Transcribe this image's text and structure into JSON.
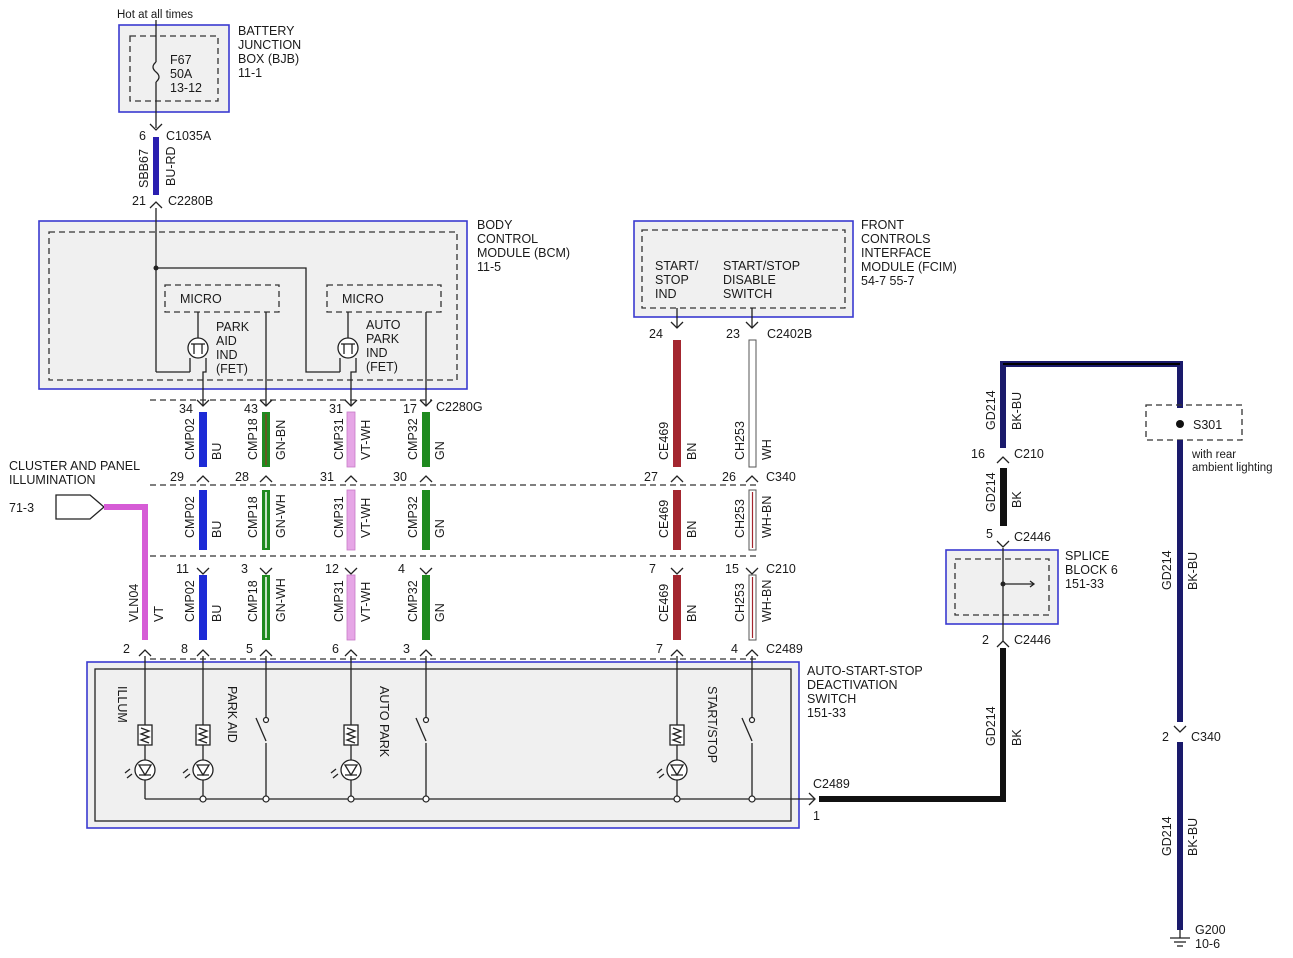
{
  "colors": {
    "blue": "#1d2bd6",
    "green": "#1f8a1f",
    "violet_white": "#e6a6e6",
    "violet": "#d65cd6",
    "brown": "#a3262f",
    "white_brown": "#b48a8a",
    "black_blue": "#1a1a6b",
    "black": "#111111",
    "sbb_blue_red": "#2a1fb0",
    "module_border": "#3a3ad0",
    "module_fill": "#f0f0f0"
  },
  "bjb": {
    "hot_label": "Hot at all times",
    "title1": "BATTERY",
    "title2": "JUNCTION",
    "title3": "BOX (BJB)",
    "ref": "11-1",
    "fuse": "F67",
    "amps": "50A",
    "fuse_ref": "13-12"
  },
  "feed": {
    "pin_top": "6",
    "conn_top": "C1035A",
    "circuit": "SBB67",
    "color": "BU-RD",
    "pin_bottom": "21",
    "conn_bottom": "C2280B"
  },
  "bcm": {
    "title1": "BODY",
    "title2": "CONTROL",
    "title3": "MODULE (BCM)",
    "ref": "11-5",
    "micro1": "MICRO",
    "micro2": "MICRO",
    "park1": "PARK",
    "park2": "AID",
    "park3": "IND",
    "park4": "(FET)",
    "auto1": "AUTO",
    "auto2": "PARK",
    "auto3": "IND",
    "auto4": "(FET)"
  },
  "fcim": {
    "title1": "FRONT",
    "title2": "CONTROLS",
    "title3": "INTERFACE",
    "title4": "MODULE (FCIM)",
    "ref": "54-7    55-7",
    "ind1": "START/",
    "ind2": "STOP",
    "ind3": "IND",
    "sw1": "START/STOP",
    "sw2": "DISABLE",
    "sw3": "SWITCH"
  },
  "cluster": {
    "title1": "CLUSTER AND PANEL",
    "title2": "ILLUMINATION",
    "ref": "71-3"
  },
  "connectors": {
    "c2280g": "C2280G",
    "c340": "C340",
    "c210": "C210",
    "c2489": "C2489",
    "c2402b": "C2402B",
    "c2489_ground": "C2489",
    "c2489_ground_pin": "1"
  },
  "wires": [
    {
      "circuit": "CMP02",
      "top_color": "BU",
      "mid_color": "BU",
      "bot_color": "BU",
      "pin_bcm": "34",
      "pin_c340": "29",
      "pin_c210": "11",
      "pin_sw": "8"
    },
    {
      "circuit": "CMP18",
      "top_color": "GN-BN",
      "mid_color": "GN-WH",
      "bot_color": "GN-WH",
      "pin_bcm": "43",
      "pin_c340": "28",
      "pin_c210": "3",
      "pin_sw": "5"
    },
    {
      "circuit": "CMP31",
      "top_color": "VT-WH",
      "mid_color": "VT-WH",
      "bot_color": "VT-WH",
      "pin_bcm": "31",
      "pin_c340": "31",
      "pin_c210": "12",
      "pin_sw": "6"
    },
    {
      "circuit": "CMP32",
      "top_color": "GN",
      "mid_color": "GN",
      "bot_color": "GN",
      "pin_bcm": "17",
      "pin_c340": "30",
      "pin_c210": "4",
      "pin_sw": "3"
    },
    {
      "circuit": "CE469",
      "top_color": "BN",
      "mid_color": "BN",
      "bot_color": "BN",
      "pin_bcm": "24",
      "pin_c340": "27",
      "pin_c210": "7",
      "pin_sw": "7"
    },
    {
      "circuit": "CH253",
      "top_color": "WH",
      "mid_color": "WH-BN",
      "bot_color": "WH-BN",
      "pin_bcm": "23",
      "pin_c340": "26",
      "pin_c210": "15",
      "pin_sw": "4"
    }
  ],
  "illum_wire": {
    "circuit": "VLN04",
    "color": "VT",
    "pin_sw": "2"
  },
  "switch": {
    "title1": "AUTO-START-STOP",
    "title2": "DEACTIVATION",
    "title3": "SWITCH",
    "ref": "151-33",
    "illum": "ILLUM",
    "park_aid": "PARK AID",
    "auto_park": "AUTO PARK",
    "start_stop": "START/STOP"
  },
  "ground": {
    "circuit": "GD214",
    "color_top": "BK-BU",
    "color_bk": "BK",
    "pin_c210": "16",
    "c210": "C210",
    "pin_c2446_top": "5",
    "c2446_top": "C2446",
    "splice1": "SPLICE",
    "splice2": "BLOCK 6",
    "splice_ref": "151-33",
    "pin_c2446_bot": "2",
    "c2446_bot": "C2446",
    "s301": "S301",
    "rear1": "with rear",
    "rear2": "ambient lighting",
    "pin_c340": "2",
    "c340": "C340",
    "g200": "G200",
    "g200_ref": "10-6"
  }
}
